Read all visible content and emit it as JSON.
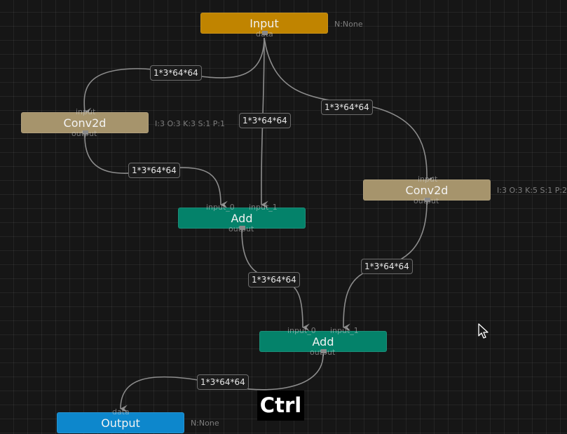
{
  "nodes": {
    "input": {
      "label": "Input",
      "out_port": "data",
      "attr": "N:None"
    },
    "conv1": {
      "label": "Conv2d",
      "in_port": "input",
      "out_port": "output",
      "attr": "I:3 O:3 K:3 S:1 P:1"
    },
    "conv2": {
      "label": "Conv2d",
      "in_port": "input",
      "out_port": "output",
      "attr": "I:3 O:3 K:5 S:1 P:2"
    },
    "add1": {
      "label": "Add",
      "in_port_0": "input_0",
      "in_port_1": "input_1",
      "out_port": "output"
    },
    "add2": {
      "label": "Add",
      "in_port_0": "input_0",
      "in_port_1": "input_1",
      "out_port": "output"
    },
    "output": {
      "label": "Output",
      "in_port": "data",
      "attr": "N:None"
    }
  },
  "edges": {
    "e1": "1*3*64*64",
    "e2": "1*3*64*64",
    "e3": "1*3*64*64",
    "e4": "1*3*64*64",
    "e5": "1*3*64*64",
    "e6": "1*3*64*64",
    "e7": "1*3*64*64"
  },
  "overlay": {
    "key_badge": "Ctrl"
  },
  "colors": {
    "input_node": "#c08400",
    "conv_node": "#a6946c",
    "add_node": "#04826a",
    "output_node": "#0d87cc",
    "edge": "#8c8c8c"
  }
}
